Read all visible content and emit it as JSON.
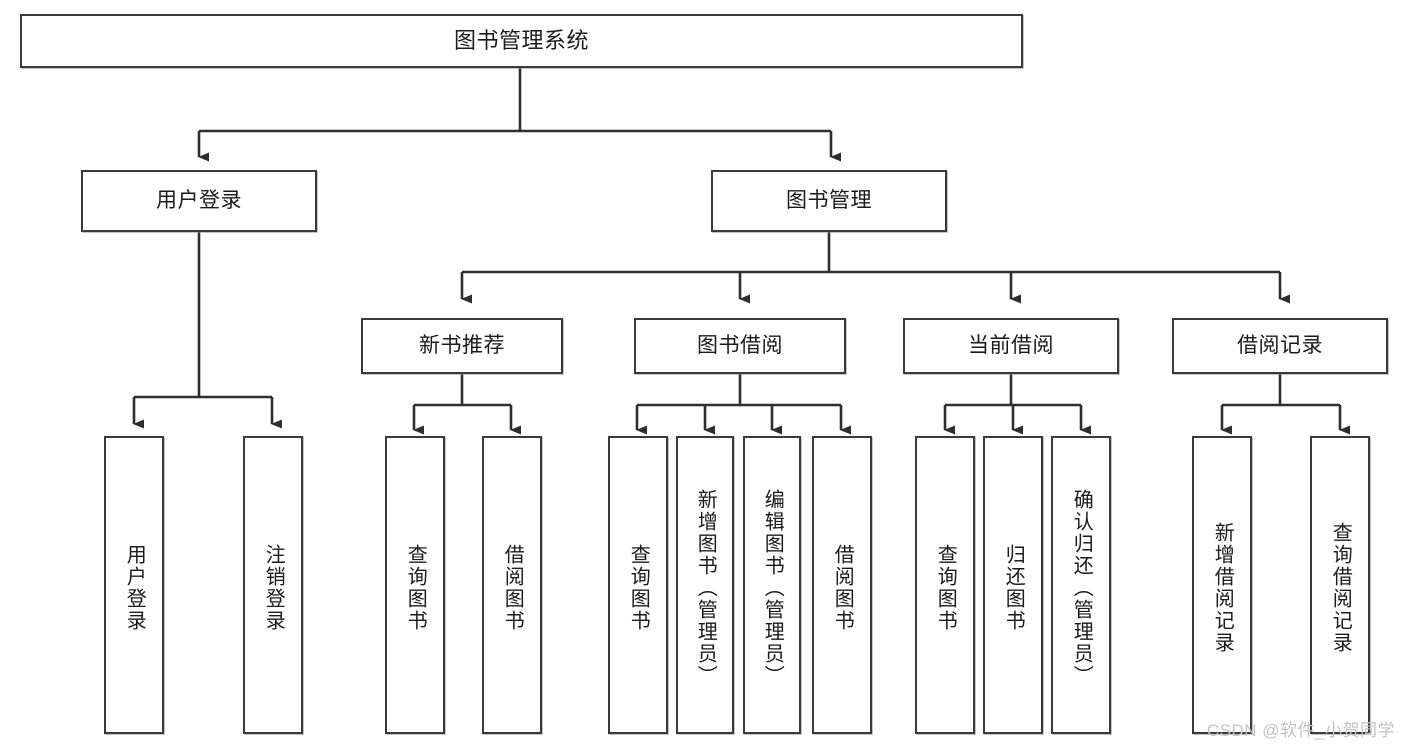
{
  "diagram": {
    "type": "tree-hierarchy",
    "title": "图书管理系统",
    "root": {
      "id": "root",
      "label": "图书管理系统"
    },
    "level1": [
      {
        "id": "user-login",
        "label": "用户登录"
      },
      {
        "id": "book-manage",
        "label": "图书管理"
      }
    ],
    "level2": [
      {
        "id": "new-book-rec",
        "label": "新书推荐",
        "parent": "book-manage"
      },
      {
        "id": "book-borrow",
        "label": "图书借阅",
        "parent": "book-manage"
      },
      {
        "id": "current-borrow",
        "label": "当前借阅",
        "parent": "book-manage"
      },
      {
        "id": "borrow-record",
        "label": "借阅记录",
        "parent": "book-manage"
      }
    ],
    "leaves": {
      "user-login": [
        {
          "id": "leaf-user-login",
          "label": "用户登录"
        },
        {
          "id": "leaf-logout",
          "label": "注销登录"
        }
      ],
      "new-book-rec": [
        {
          "id": "leaf-query-book-1",
          "label": "查询图书"
        },
        {
          "id": "leaf-borrow-book-1",
          "label": "借阅图书"
        }
      ],
      "book-borrow": [
        {
          "id": "leaf-query-book-2",
          "label": "查询图书"
        },
        {
          "id": "leaf-add-book",
          "label": "新增图书（管理员）"
        },
        {
          "id": "leaf-edit-book",
          "label": "编辑图书（管理员）"
        },
        {
          "id": "leaf-borrow-book-2",
          "label": "借阅图书"
        }
      ],
      "current-borrow": [
        {
          "id": "leaf-query-book-3",
          "label": "查询图书"
        },
        {
          "id": "leaf-return-book",
          "label": "归还图书"
        },
        {
          "id": "leaf-confirm-return",
          "label": "确认归还（管理员）"
        }
      ],
      "borrow-record": [
        {
          "id": "leaf-add-record",
          "label": "新增借阅记录"
        },
        {
          "id": "leaf-query-record",
          "label": "查询借阅记录"
        }
      ]
    }
  },
  "watermark": {
    "text": "CSDN @软件_小贺同学"
  },
  "colors": {
    "border": "#3a3a3a",
    "text": "#1b1b1b",
    "background": "#ffffff",
    "watermark": "#c3c3c3"
  }
}
